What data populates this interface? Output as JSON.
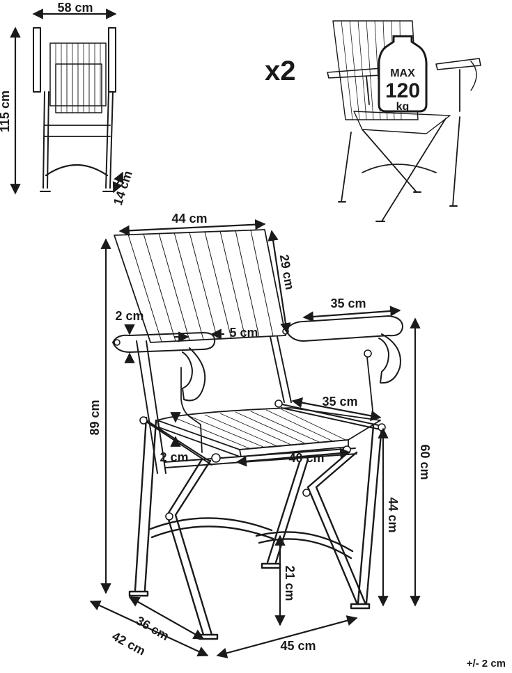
{
  "quantity": "x2",
  "max_load": {
    "top": "MAX",
    "value": "120",
    "unit": "kg"
  },
  "dimensions": {
    "side_width": "58 cm",
    "side_height": "115 cm",
    "folded_depth": "14 cm",
    "backrest_width": "44 cm",
    "backrest_height": "29 cm",
    "armrest_length": "35 cm",
    "armrest_width": "5 cm",
    "armrest_thickness": "2 cm",
    "seat_depth": "35 cm",
    "seat_thickness": "2 cm",
    "seat_width": "40 cm",
    "total_height": "89 cm",
    "armrest_height": "60 cm",
    "seat_height": "44 cm",
    "crossbar_height": "21 cm",
    "seat_side_depth": "36 cm",
    "base_depth": "42 cm",
    "base_width": "45 cm"
  },
  "tolerance": "+/- 2 cm",
  "icons": {
    "arrow": "dimension-arrow-icon",
    "weight": "weight-icon"
  }
}
